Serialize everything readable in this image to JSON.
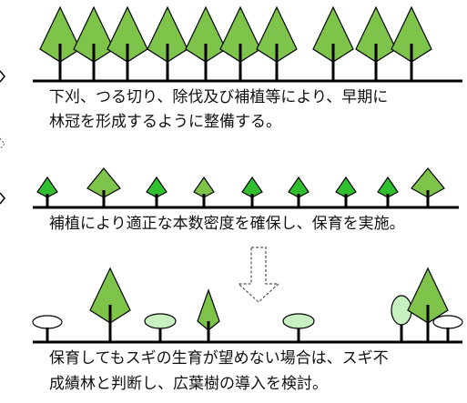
{
  "stages": [
    {
      "id": "stage-1",
      "caption_lines": [
        "下刈、つる切り、除伐及び補植等により、早期に",
        "林冠を形成するように整備する。"
      ],
      "trees": [
        {
          "kind": "conifer-large",
          "fill": "#7fc44a"
        },
        {
          "kind": "conifer-large",
          "fill": "#7fc44a"
        },
        {
          "kind": "conifer-large",
          "fill": "#7fc44a"
        },
        {
          "kind": "conifer-large",
          "fill": "#7fc44a"
        },
        {
          "kind": "conifer-large",
          "fill": "#7fc44a"
        },
        {
          "kind": "conifer-large",
          "fill": "#7fc44a"
        },
        {
          "kind": "conifer-large",
          "fill": "#7fc44a"
        },
        {
          "kind": "conifer-large",
          "fill": "#7fc44a"
        },
        {
          "kind": "conifer-large",
          "fill": "#7fc44a"
        },
        {
          "kind": "conifer-large",
          "fill": "#7fc44a"
        }
      ]
    },
    {
      "id": "stage-2",
      "caption_lines": [
        "補植により適正な本数密度を確保し、保育を実施。"
      ],
      "trees": [
        {
          "kind": "conifer-small",
          "fill": "#2fbf2f"
        },
        {
          "kind": "conifer-medium",
          "fill": "#7fc44a"
        },
        {
          "kind": "conifer-small",
          "fill": "#2fbf2f"
        },
        {
          "kind": "conifer-small",
          "fill": "#7fc44a"
        },
        {
          "kind": "conifer-small",
          "fill": "#2fbf2f"
        },
        {
          "kind": "conifer-small",
          "fill": "#2fbf2f"
        },
        {
          "kind": "conifer-small",
          "fill": "#2fbf2f"
        },
        {
          "kind": "conifer-small",
          "fill": "#2fbf2f"
        },
        {
          "kind": "conifer-medium",
          "fill": "#7fc44a"
        }
      ]
    },
    {
      "id": "stage-3",
      "caption_lines": [
        "保育してもスギの生育が望めない場合は、スギ不",
        "成績林と判断し、広葉樹の導入を検討。"
      ],
      "trees": [
        {
          "kind": "broadleaf-flat",
          "fill": "#ffffff"
        },
        {
          "kind": "conifer-large",
          "fill": "#7fc44a"
        },
        {
          "kind": "broadleaf-oval",
          "fill": "#c8f0c0"
        },
        {
          "kind": "conifer-narrow",
          "fill": "#7fc44a"
        },
        {
          "kind": "broadleaf-oval",
          "fill": "#c8f0c0"
        },
        {
          "kind": "broadleaf-tall",
          "fill": "#c8f0c0"
        },
        {
          "kind": "conifer-large",
          "fill": "#7fc44a"
        },
        {
          "kind": "broadleaf-flat",
          "fill": "#ffffff"
        }
      ]
    }
  ],
  "colors": {
    "conifer_light": "#7fc44a",
    "conifer_bright": "#2fbf2f",
    "broadleaf_pale": "#c8f0c0",
    "outline": "#000000",
    "arrow_outline": "#555555"
  },
  "arrow": {
    "style": "dashed-outline",
    "direction": "down"
  }
}
